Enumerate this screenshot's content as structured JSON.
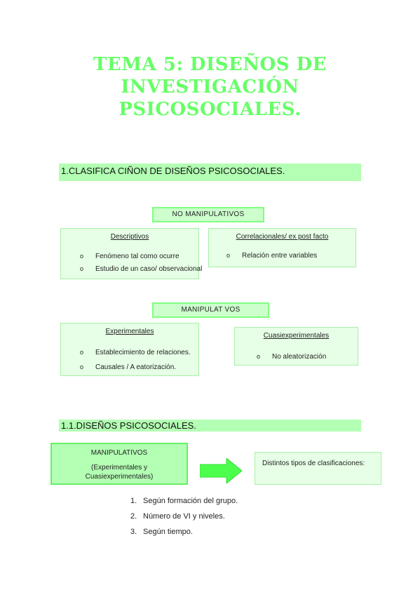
{
  "title": {
    "line1": "TEMA 5: DISEÑOS DE",
    "line2": "INVESTIGACIÓN",
    "line3": "PSICOSOCIALES."
  },
  "section1": {
    "heading": "1.CLASIFICA CIÑON DE DISEÑOS PSICOSOCIALES.",
    "no_manip_label": "NO MANIPULATIVOS",
    "descriptivos": {
      "heading": "Descriptivos",
      "bullet_marker": "o",
      "items": [
        "Fenómeno tal como ocurre",
        "Estudio de un caso/ observacional"
      ]
    },
    "correlacionales": {
      "heading": "Correlacionales/ ex post facto",
      "bullet_marker": "o",
      "items": [
        "Relación entre variables"
      ]
    },
    "manip_label": "MANIPULAT VOS",
    "experimentales": {
      "heading": "Experimentales",
      "bullet_marker": "o",
      "items": [
        "Establecimiento de relaciones.",
        "Causales / A eatorización."
      ]
    },
    "cuasiexperimentales": {
      "heading": "Cuasiexperimentales",
      "bullet_marker": "o",
      "items": [
        "No aleatorización"
      ]
    }
  },
  "section2": {
    "heading": "1.1.DISEÑOS PSICOSOCIALES.",
    "manip_box": {
      "line1": "MANIPULATIVOS",
      "line2": "(Experimentales y",
      "line3": "Cuasiexperimentales)"
    },
    "classif_box": "Distintos tipos de clasificaciones:",
    "list": [
      {
        "num": "1.",
        "text": "Según formación del grupo."
      },
      {
        "num": "2.",
        "text": "Número de VI y niveles."
      },
      {
        "num": "3.",
        "text": "Según tiempo."
      }
    ]
  },
  "colors": {
    "title": "#66ff66",
    "bar": "#b3ffb3",
    "arrow": "#4dff4d"
  }
}
